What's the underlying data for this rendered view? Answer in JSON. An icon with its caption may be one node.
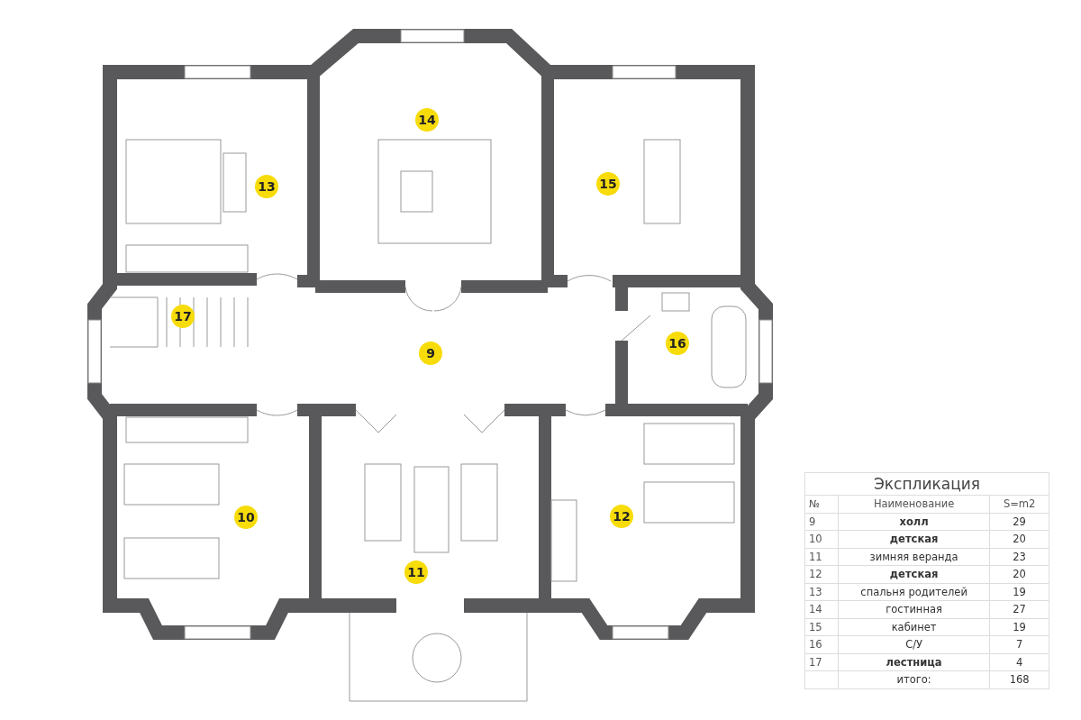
{
  "diagram": {
    "labels": [
      "14",
      "13",
      "15",
      "17",
      "9",
      "16",
      "10",
      "12",
      "11",
      "Экспликация",
      "№",
      "Наименование",
      "S=m2",
      "9",
      "холл",
      "29",
      "10",
      "детская",
      "20",
      "11",
      "зимняя веранда",
      "23",
      "12",
      "детская",
      "20",
      "13",
      "спальня родителей",
      "19",
      "14",
      "гостинная",
      "27",
      "15",
      "кабинет",
      "19",
      "16",
      "С/У",
      "7",
      "17",
      "лестница",
      "4",
      "итого:",
      "168"
    ]
  }
}
